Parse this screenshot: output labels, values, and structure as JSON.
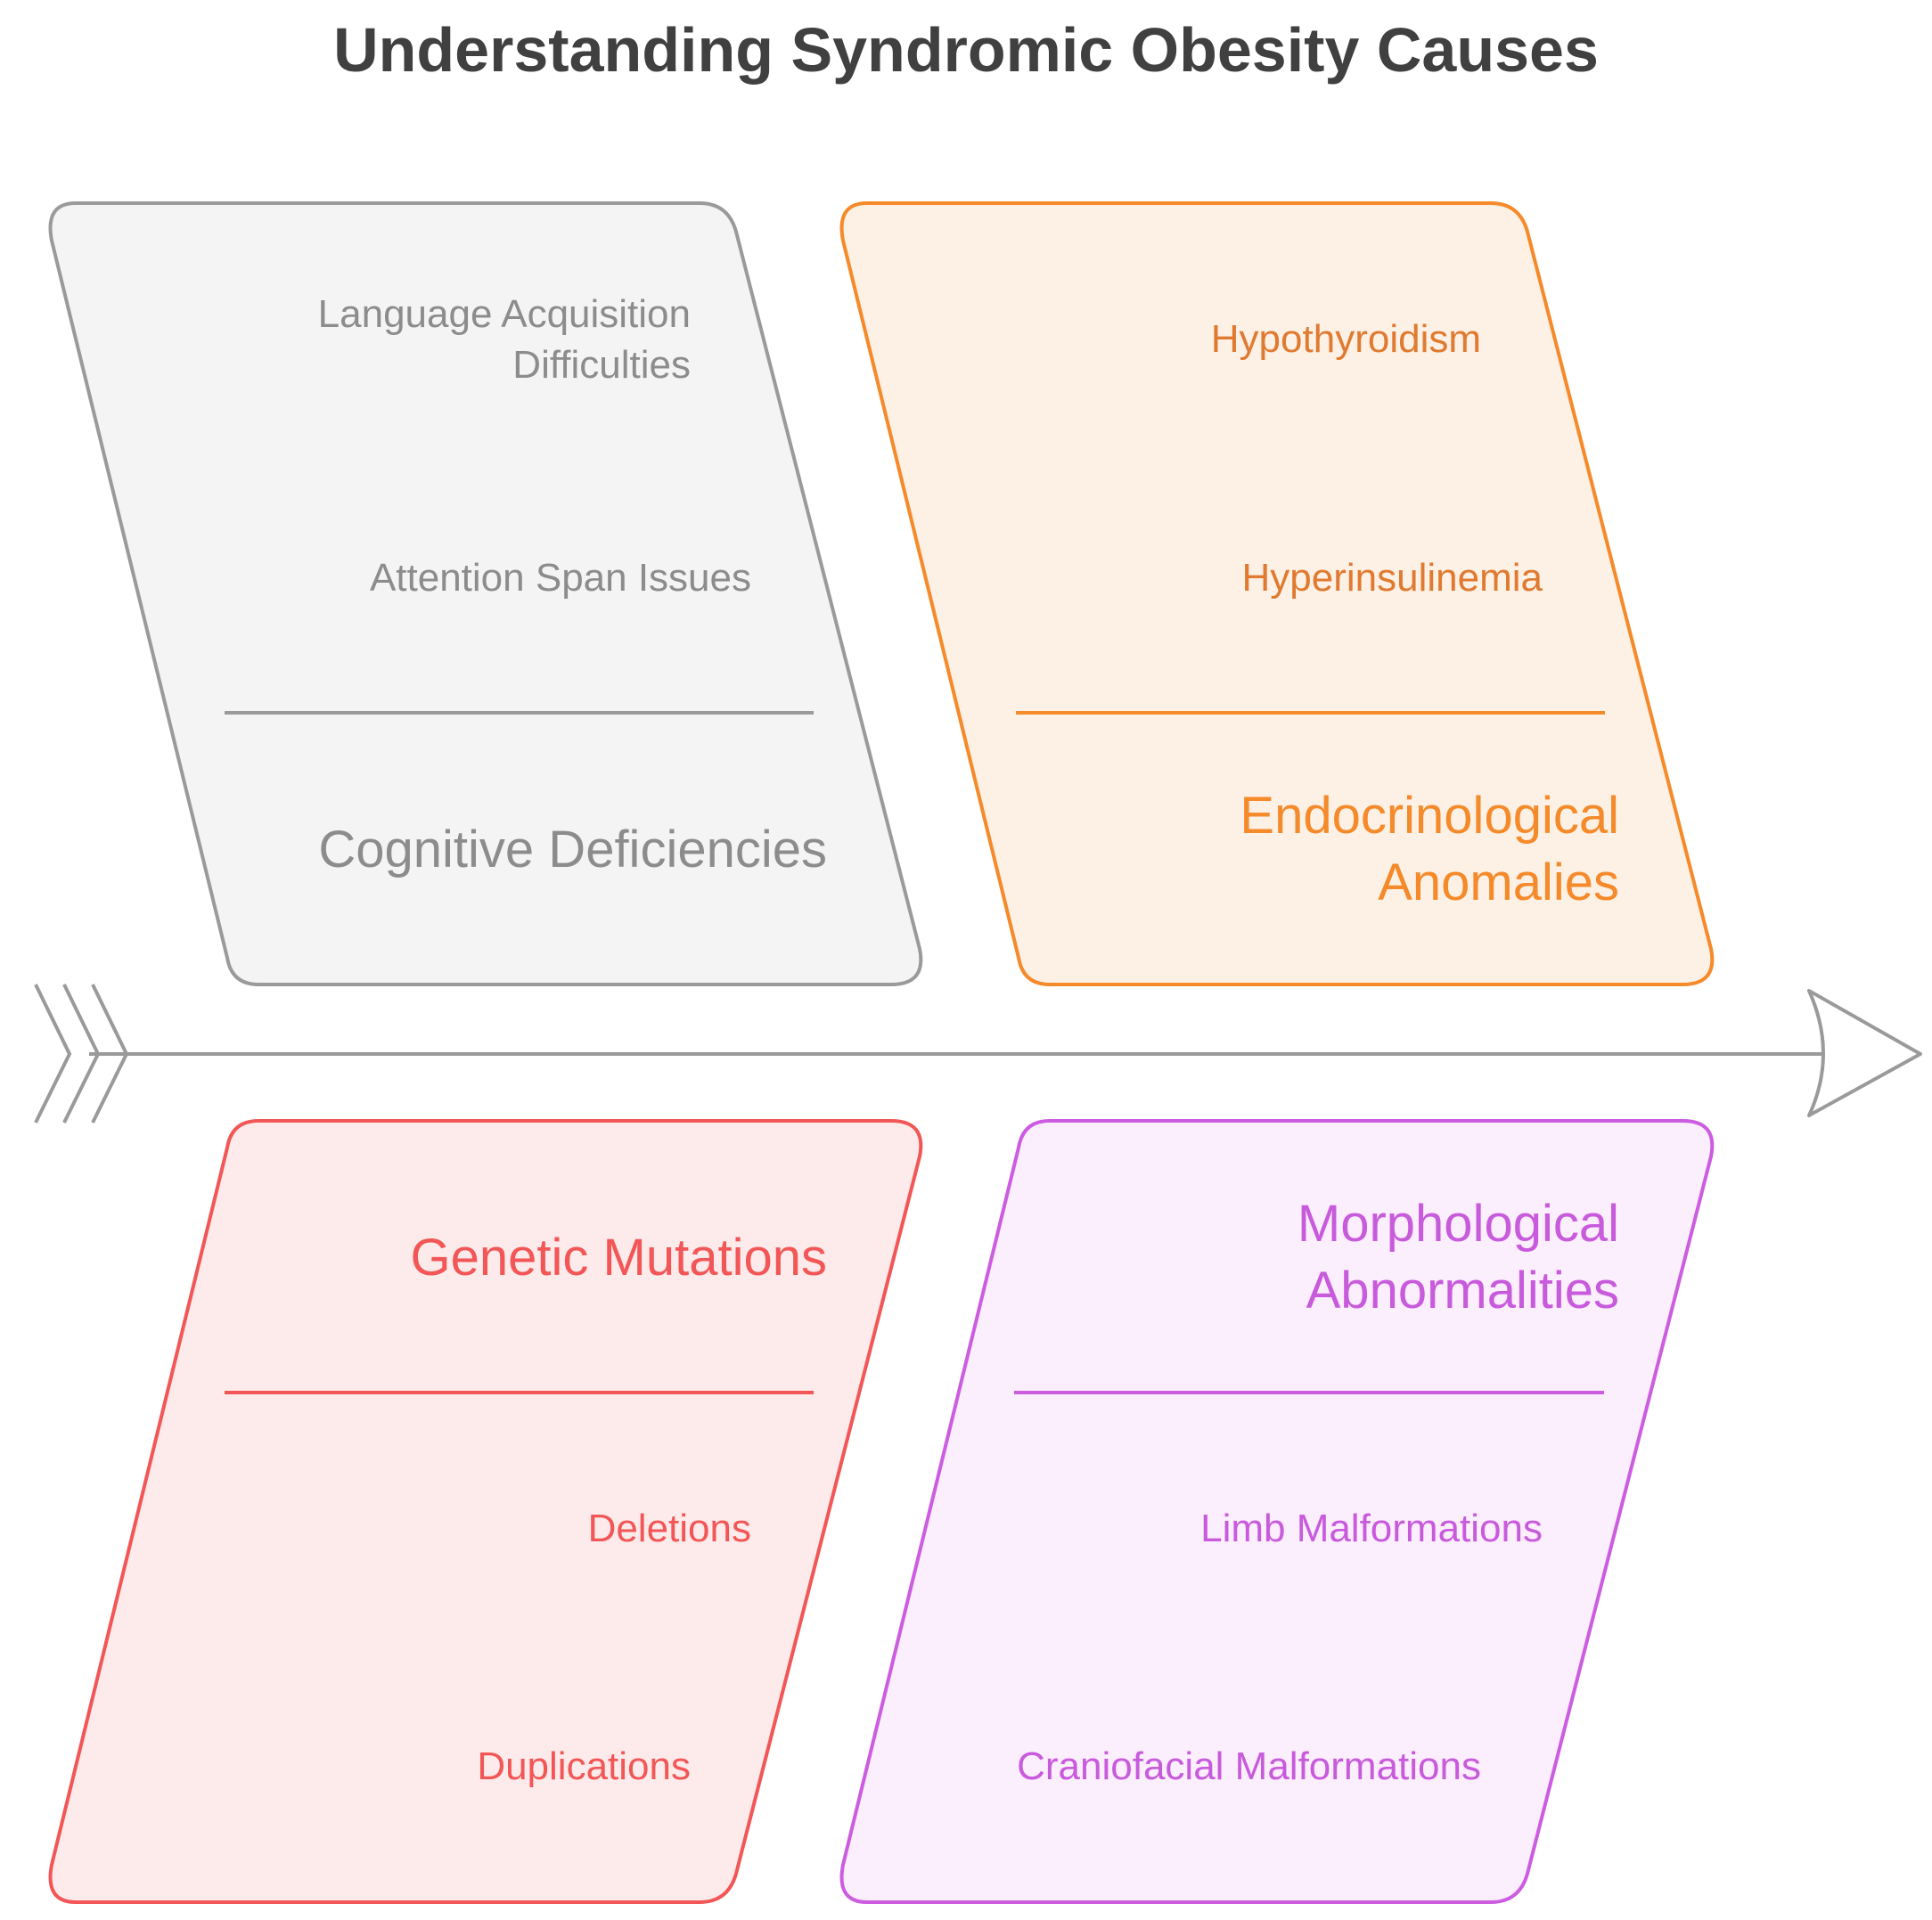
{
  "title": "Understanding Syndromic Obesity Causes",
  "colors": {
    "spine": "#9a9a9a",
    "cognitive": {
      "stroke": "#9a9a9a",
      "fill": "#f4f4f4",
      "text": "#8c8c8c"
    },
    "endocrine": {
      "stroke": "#f58a2a",
      "fill": "#fdf0e4",
      "text": "#f58a2a",
      "item_text": "#e07a30"
    },
    "genetic": {
      "stroke": "#f25656",
      "fill": "#fdeaea",
      "text": "#f25656"
    },
    "morphological": {
      "stroke": "#cc5ce0",
      "fill": "#fbeefd",
      "text": "#c85adc"
    }
  },
  "categories": [
    {
      "id": "cognitive",
      "heading": "Cognitive Deficiencies",
      "items": [
        "Language Acquisition Difficulties",
        "Attention Span Issues"
      ]
    },
    {
      "id": "endocrine",
      "heading": "Endocrinological Anomalies",
      "items": [
        "Hypothyroidism",
        "Hyperinsulinemia"
      ]
    },
    {
      "id": "genetic",
      "heading": "Genetic Mutations",
      "items": [
        "Deletions",
        "Duplications"
      ]
    },
    {
      "id": "morphological",
      "heading": "Morphological Abnormalities",
      "items": [
        "Limb Malformations",
        "Craniofacial Malformations"
      ]
    }
  ]
}
